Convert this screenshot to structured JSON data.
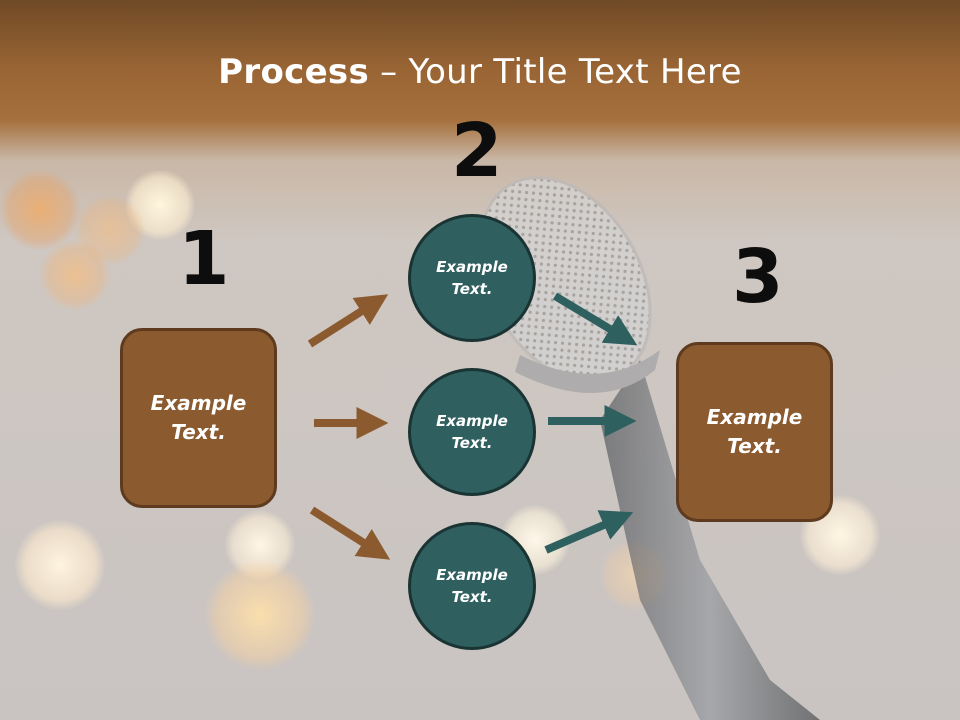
{
  "title": {
    "bold": "Process",
    "rest": " – Your Title Text Here"
  },
  "steps": [
    {
      "number": "1",
      "box_text": "Example Text."
    },
    {
      "number": "2",
      "circles": [
        "Example Text.",
        "Example Text.",
        "Example Text."
      ]
    },
    {
      "number": "3",
      "box_text": "Example Text."
    }
  ],
  "colors": {
    "brown_box": "#8b5a2e",
    "teal_circle": "#2f5f5f",
    "brown_arrow": "#8b5a2e",
    "teal_arrow": "#2f6060"
  }
}
